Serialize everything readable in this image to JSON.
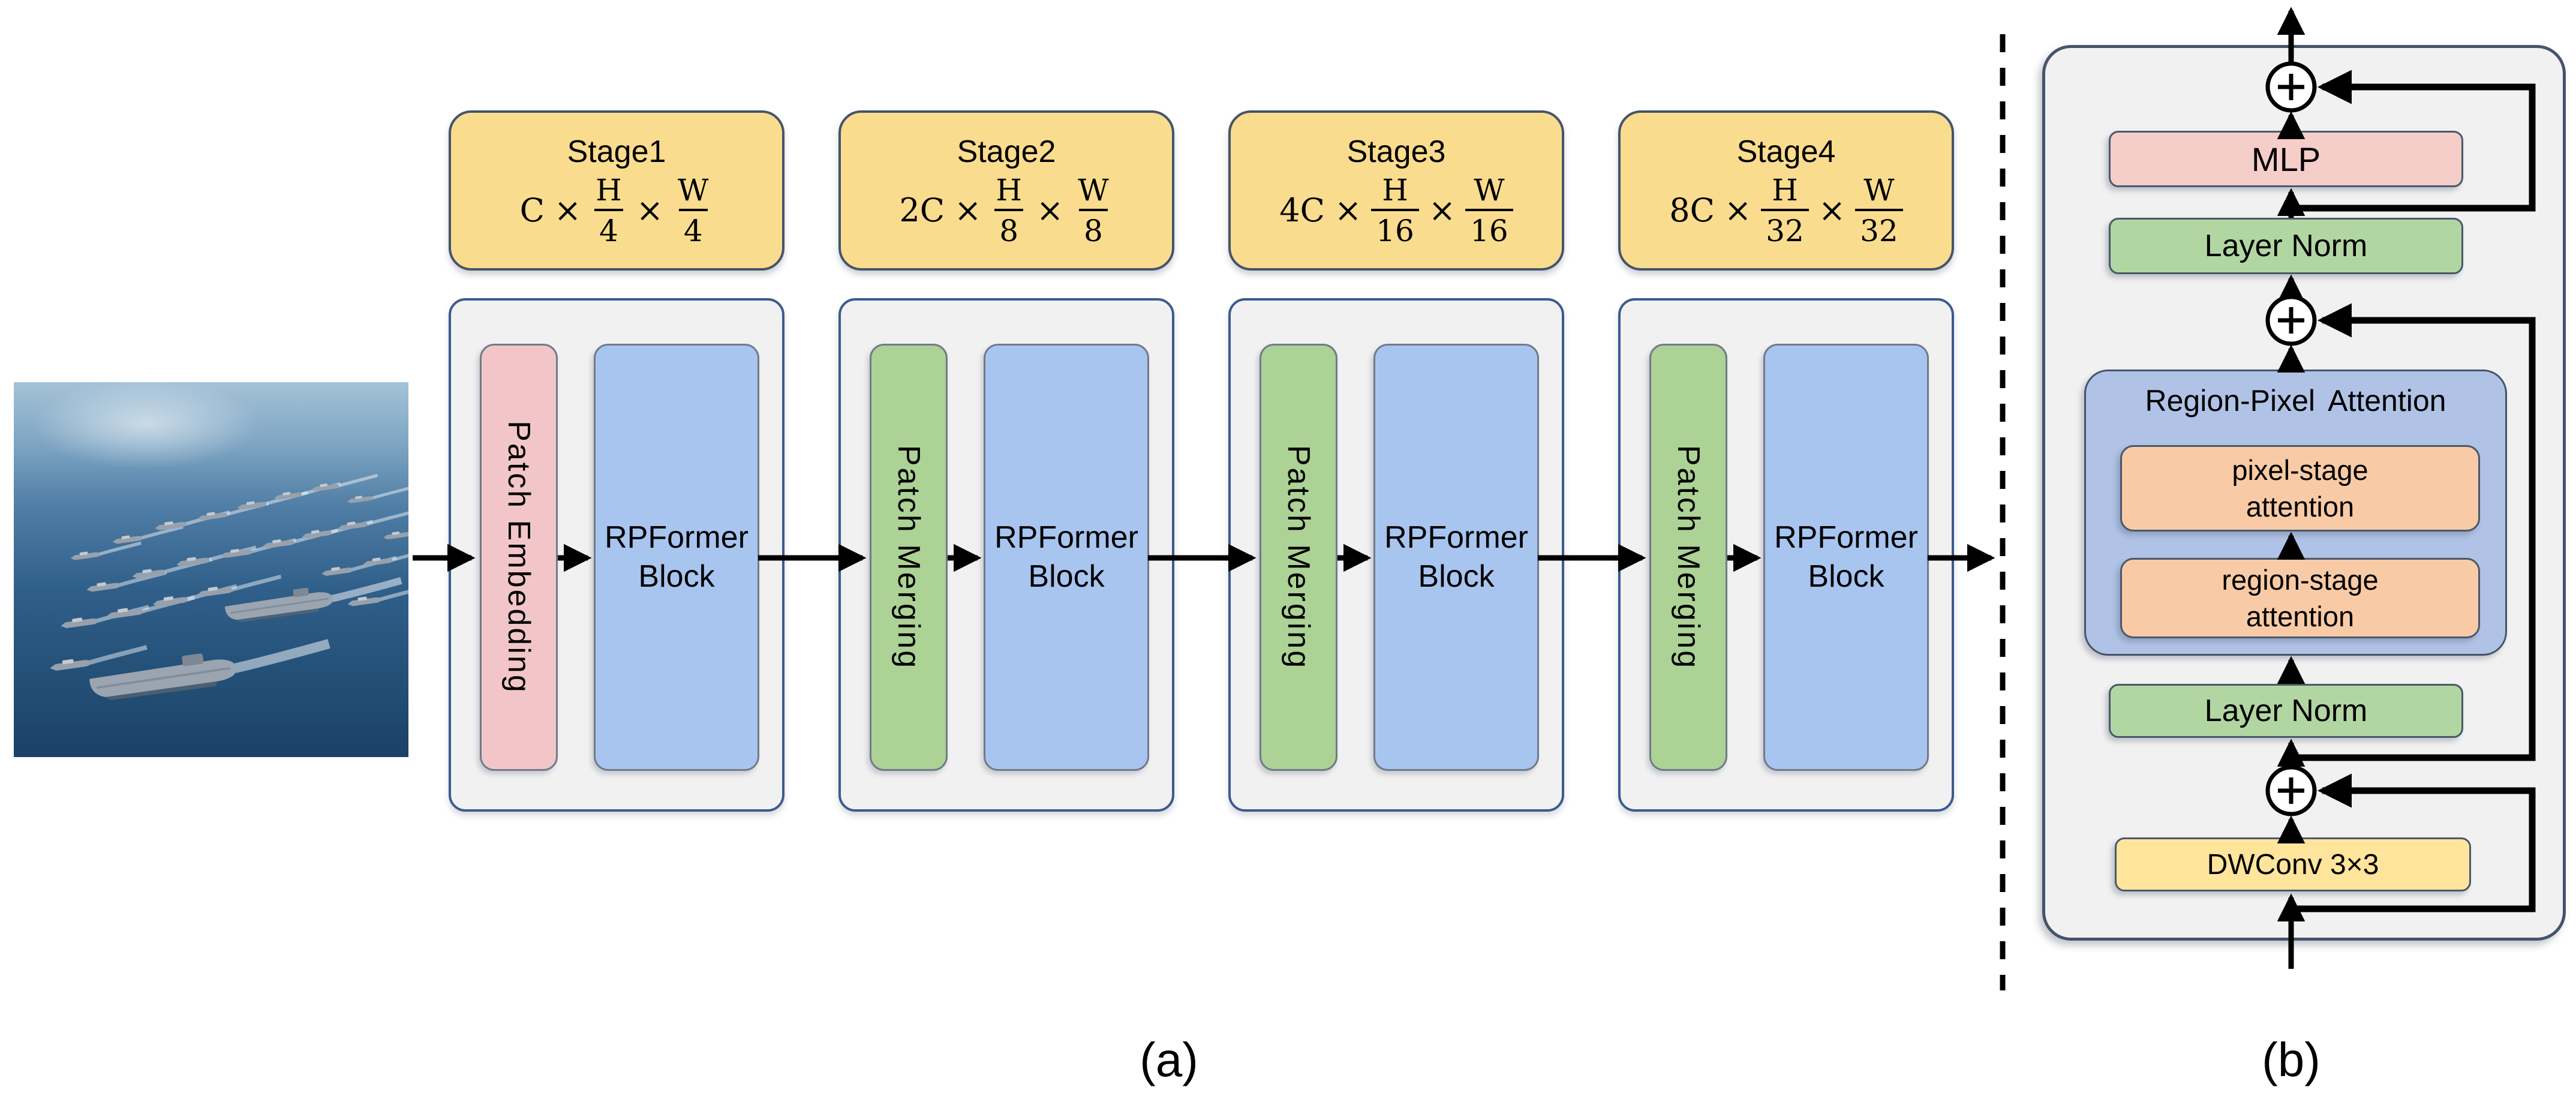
{
  "caption_a": "(a)",
  "caption_b": "(b)",
  "ops": {
    "times": "×"
  },
  "dims": {
    "height": "H",
    "width": "W"
  },
  "panel_a": {
    "stages": [
      {
        "title": "Stage1",
        "coeff": "C",
        "den_h": "4",
        "den_w": "4",
        "front_label": "Patch Embedding",
        "block_label": "RPFormer Block"
      },
      {
        "title": "Stage2",
        "coeff": "2C",
        "den_h": "8",
        "den_w": "8",
        "front_label": "Patch Merging",
        "block_label": "RPFormer Block"
      },
      {
        "title": "Stage3",
        "coeff": "4C",
        "den_h": "16",
        "den_w": "16",
        "front_label": "Patch Merging",
        "block_label": "RPFormer Block"
      },
      {
        "title": "Stage4",
        "coeff": "8C",
        "den_h": "32",
        "den_w": "32",
        "front_label": "Patch Merging",
        "block_label": "RPFormer Block"
      }
    ]
  },
  "panel_b": {
    "mlp_label": "MLP",
    "layer_norm_top_label": "Layer Norm",
    "rpa_title": "Region-Pixel Attention",
    "pixel_attention_label": "pixel-stage attention",
    "region_attention_label": "region-stage attention",
    "layer_norm_bottom_label": "Layer Norm",
    "dwconv_label": "DWConv 3×3"
  },
  "colors": {
    "stage_header_yellow": "#F9DC8E",
    "container_gray": "#F1F1F2",
    "container_border_blue": "#3B5B8E",
    "panel_border_slate": "#44546A",
    "patch_embedding_pink": "#F2C6C8",
    "mlp_pink": "#F5CDC9",
    "rpformer_blue": "#A8C5F0",
    "patch_merging_green": "#ACD295",
    "layer_norm_green": "#B2D6A2",
    "rpa_blue": "#B0C3E6",
    "attention_orange": "#F8CBA6",
    "dwconv_yellow": "#FFE59B",
    "line_black": "#000000"
  }
}
